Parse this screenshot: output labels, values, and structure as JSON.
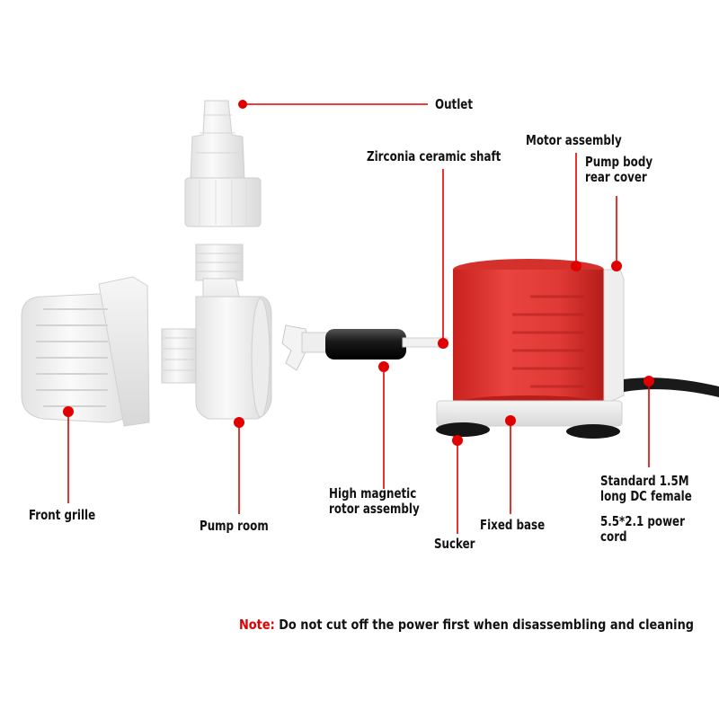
{
  "labels": {
    "outlet": "Outlet",
    "motor_assembly": "Motor assembly",
    "zirconia_shaft": "Zirconia ceramic shaft",
    "pump_body_rear_cover": "Pump body\nrear cover",
    "standard_cord": "Standard 1.5M\nlong DC female",
    "power_cord_size": "5.5*2.1 power\ncord",
    "front_grille": "Front grille",
    "pump_room": "Pump room",
    "rotor_assembly": "High magnetic\nrotor assembly",
    "fixed_base": "Fixed base",
    "sucker": "Sucker"
  },
  "note": {
    "key": "Note:",
    "text": " Do not cut off the power first when disassembling and cleaning"
  },
  "colors": {
    "callout_red": "#e00000",
    "motor_red": "#e03a36",
    "plastic_white": "#f4f4f4"
  }
}
